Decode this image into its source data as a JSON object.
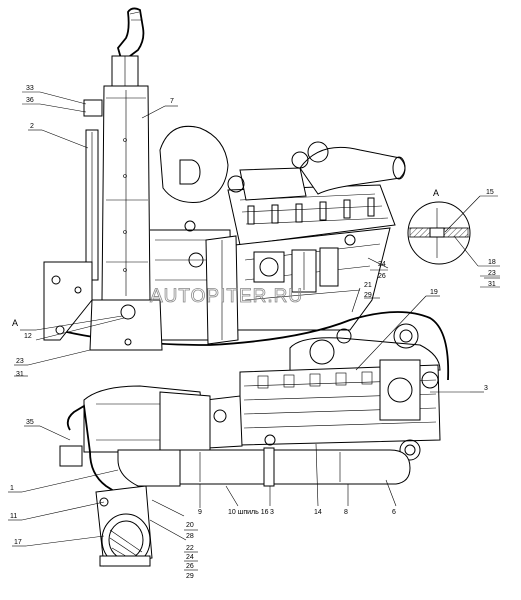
{
  "watermark": "AUTOPITER.RU",
  "view_label": "A",
  "inset_label": "A",
  "callouts": {
    "c33": "33",
    "c36": "36",
    "c7": "7",
    "c2": "2",
    "cA_left": "A",
    "c12": "12",
    "c23a": "23",
    "c31a": "31",
    "c24a": "24",
    "c26a": "26",
    "c21": "21",
    "c29a": "29",
    "c15": "15",
    "c18": "18",
    "c23b": "23",
    "c31b": "31",
    "c19": "19",
    "c3a": "3",
    "c35": "35",
    "c1": "1",
    "c11": "11",
    "c17": "17",
    "c9": "9",
    "c10": "10 шпиль 16",
    "c3b": "3",
    "c14": "14",
    "c8": "8",
    "c6": "6",
    "c20": "20",
    "c28": "28",
    "c22": "22",
    "c24b": "24",
    "c26b": "26",
    "c29b": "29"
  },
  "colors": {
    "line": "#000000",
    "background": "#ffffff",
    "watermark": "#8a8a8a"
  }
}
